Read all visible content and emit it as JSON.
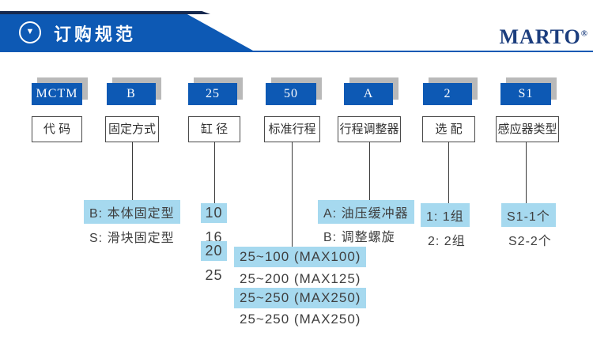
{
  "header": {
    "title": "订购规范",
    "marker_icon": "▼",
    "brand": "MARTO",
    "brand_registered": "®",
    "banner_color": "#0d59b4",
    "dark_strip_color": "#16294f",
    "brand_color": "#1c3e7e"
  },
  "model_code": "MCTM-B-25-50-A-2-S1",
  "columns": [
    {
      "code": "MCTM",
      "label": "代 码",
      "options": []
    },
    {
      "code": "B",
      "label": "固定方式",
      "options": [
        {
          "text": "B: 本体固定型",
          "highlighted": true
        },
        {
          "text": "S: 滑块固定型",
          "highlighted": false
        }
      ]
    },
    {
      "code": "25",
      "label": "缸 径",
      "options": [
        {
          "text": "10",
          "highlighted": true
        },
        {
          "text": "16",
          "highlighted": false
        },
        {
          "text": "20",
          "highlighted": true
        },
        {
          "text": "25",
          "highlighted": false
        }
      ]
    },
    {
      "code": "50",
      "label": "标准行程",
      "options": [
        {
          "text": "25~100 (MAX100)",
          "highlighted": true
        },
        {
          "text": "25~200 (MAX125)",
          "highlighted": false
        },
        {
          "text": "25~250 (MAX250)",
          "highlighted": true
        },
        {
          "text": "25~250 (MAX250)",
          "highlighted": false
        }
      ]
    },
    {
      "code": "A",
      "label": "行程调整器",
      "options": [
        {
          "text": "A: 油压缓冲器",
          "highlighted": true
        },
        {
          "text": "B: 调整螺旋",
          "highlighted": false
        }
      ]
    },
    {
      "code": "2",
      "label": "选 配",
      "options": [
        {
          "text": "1: 1组",
          "highlighted": true
        },
        {
          "text": "2: 2组",
          "highlighted": false
        }
      ]
    },
    {
      "code": "S1",
      "label": "感应器类型",
      "options": [
        {
          "text": "S1-1个",
          "highlighted": true
        },
        {
          "text": "S2-2个",
          "highlighted": false
        }
      ]
    }
  ],
  "colors": {
    "highlight": "#a6d9ef",
    "box_blue": "#0d59b4",
    "shadow_gray": "#b9b9b9"
  }
}
